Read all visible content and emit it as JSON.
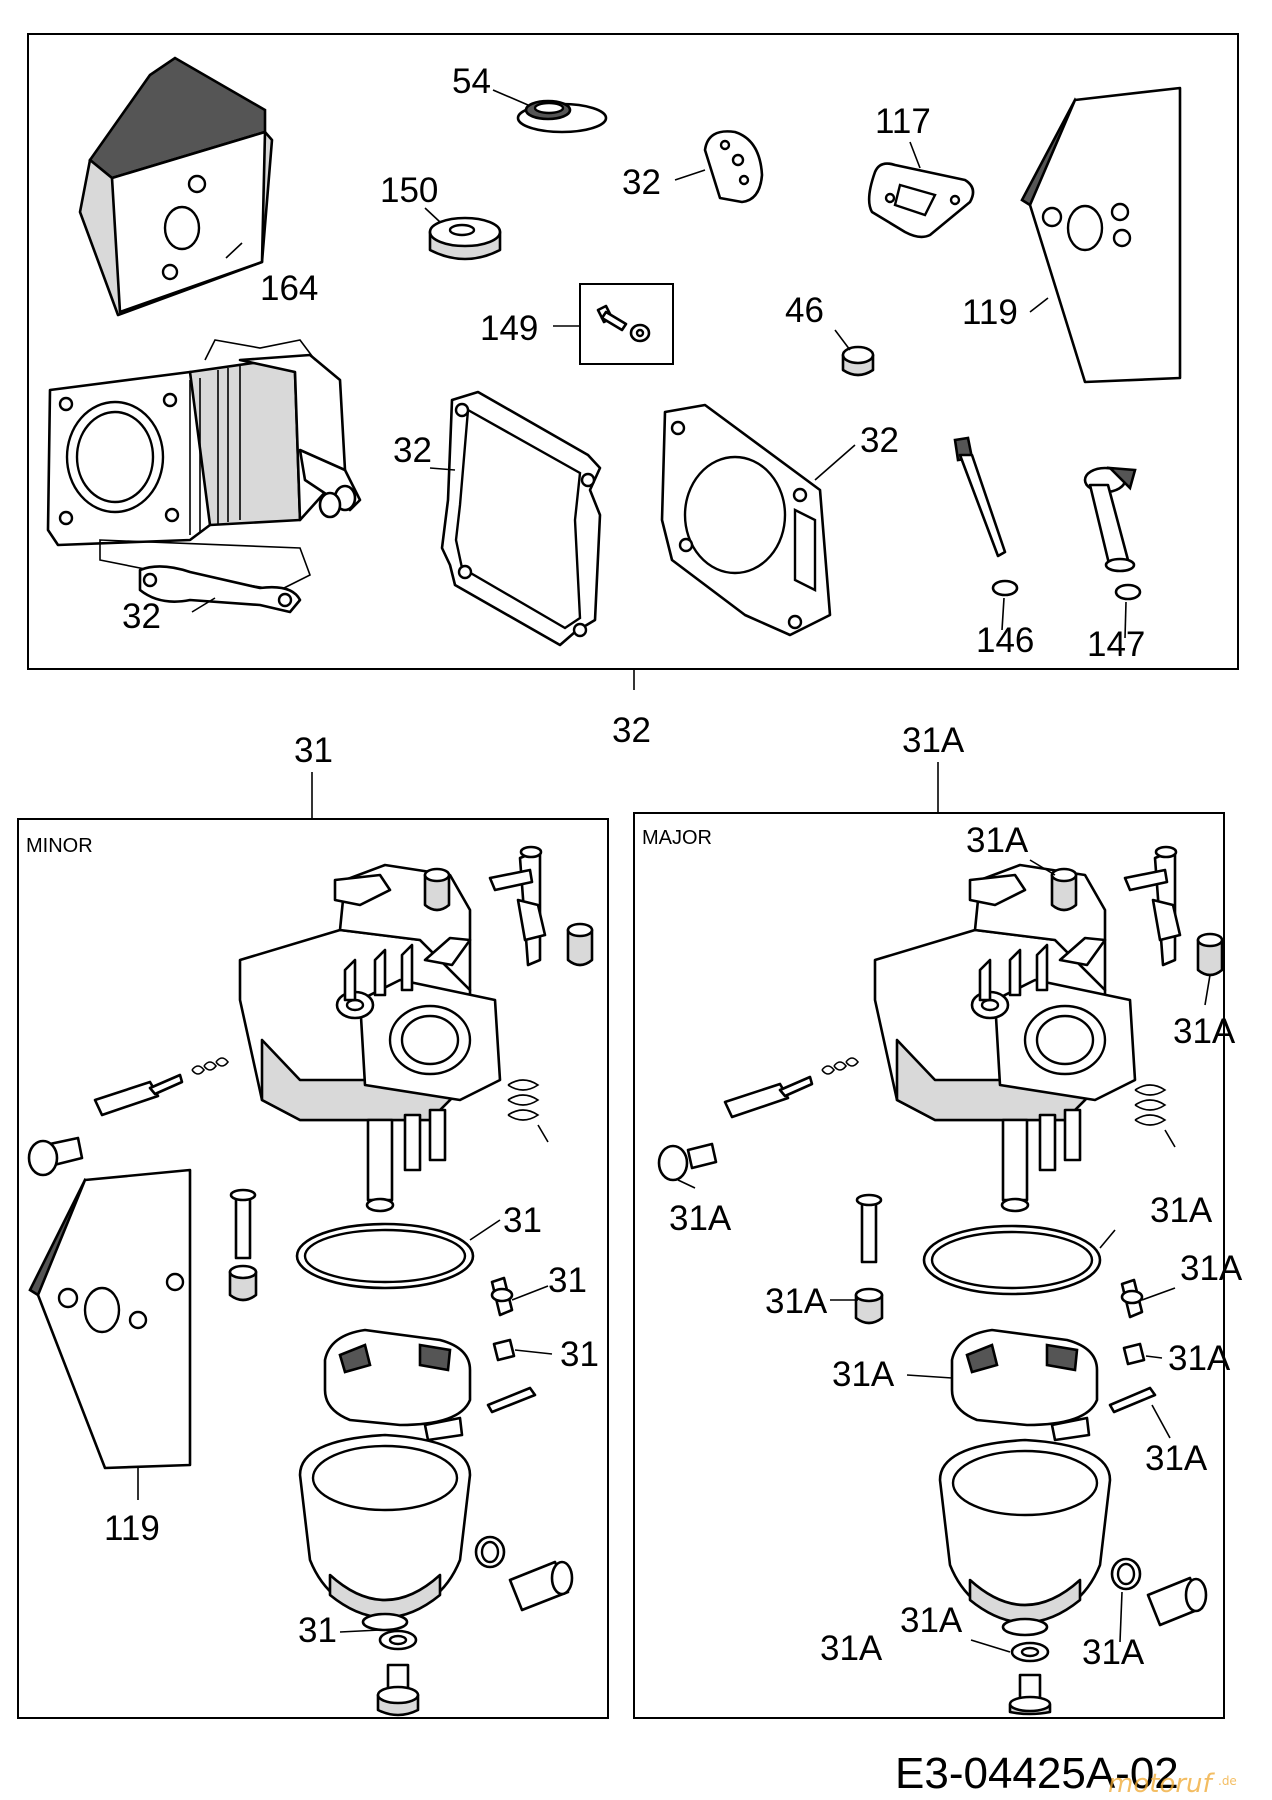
{
  "diagram": {
    "top_labels": {
      "l54": "54",
      "l150": "150",
      "l164": "164",
      "l32a": "32",
      "l117": "117",
      "l119": "119",
      "l149": "149",
      "l46": "46",
      "l32b": "32",
      "l32c": "32",
      "l32d": "32",
      "l146": "146",
      "l147": "147",
      "l32group": "32"
    },
    "minor": {
      "group_label": "31",
      "title": "MINOR",
      "labels": [
        "31",
        "31",
        "31",
        "31",
        "119"
      ]
    },
    "major": {
      "group_label": "31A",
      "title": "MAJOR",
      "labels": [
        "31A",
        "31A",
        "31A",
        "31A",
        "31A",
        "31A",
        "31A",
        "31A",
        "31A",
        "31A",
        "31A",
        "31A"
      ]
    },
    "part_code": "E3-04425A-02",
    "watermark": "motoruf",
    "watermark_suffix": ".de"
  }
}
